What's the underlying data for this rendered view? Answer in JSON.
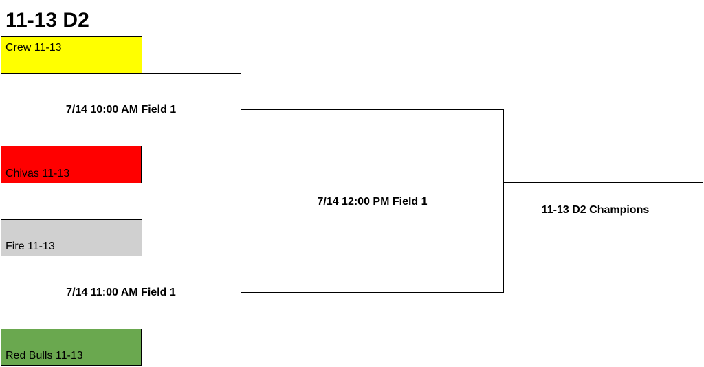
{
  "title": "11-13 D2",
  "teams": [
    {
      "name": "Crew 11-13",
      "color": "#ffff00"
    },
    {
      "name": "Chivas 11-13",
      "color": "#ff0000"
    },
    {
      "name": "Fire 11-13",
      "color": "#d0d0d0"
    },
    {
      "name": "Red Bulls 11-13",
      "color": "#6aa84f"
    }
  ],
  "games": [
    {
      "label": "7/14 10:00 AM Field 1"
    },
    {
      "label": "7/14 11:00 AM Field 1"
    },
    {
      "label": "7/14 12:00 PM Field 1"
    }
  ],
  "champion_label": "11-13 D2 Champions"
}
